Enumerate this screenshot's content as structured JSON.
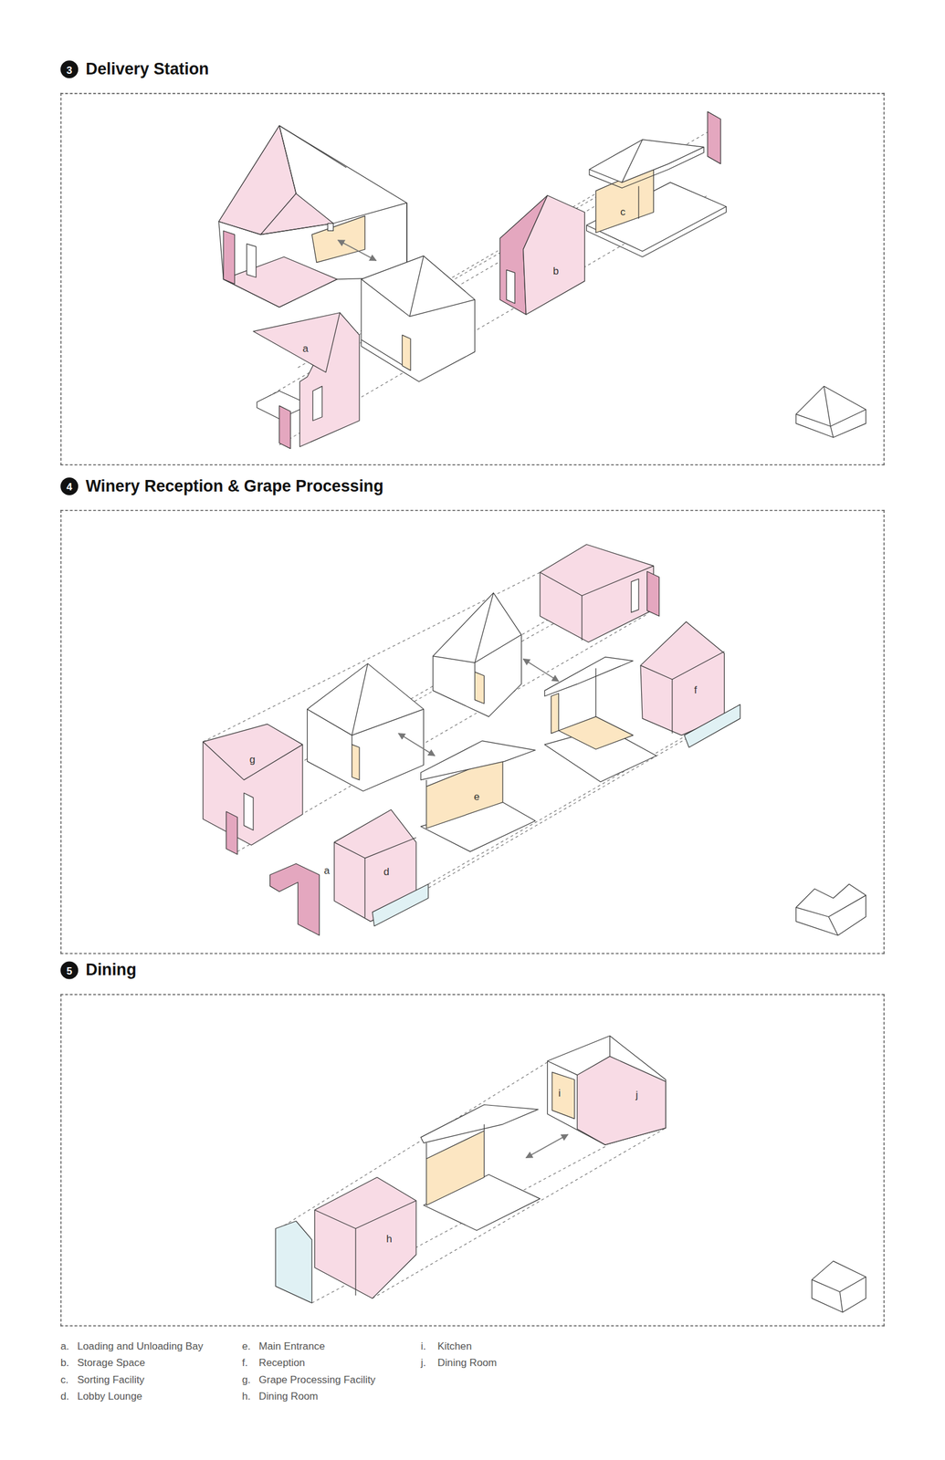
{
  "diagram": {
    "nodes": [
      {
        "text": [
          "3",
          "Delivery Station"
        ]
      },
      {
        "text": [
          "a"
        ],
        "in": 0
      },
      {
        "text": [
          "b"
        ],
        "in": 0
      },
      {
        "text": [
          "c"
        ],
        "in": 0
      },
      {
        "text": [
          "4",
          "Winery Reception & Grape Processing"
        ]
      },
      {
        "text": [
          "f"
        ],
        "in": 4
      },
      {
        "text": [
          "g"
        ],
        "in": 4
      },
      {
        "text": [
          "e"
        ],
        "in": 4
      },
      {
        "text": [
          "d"
        ],
        "in": 4
      },
      {
        "text": [
          "5",
          "Dining"
        ]
      },
      {
        "text": [
          "i"
        ],
        "in": 9
      },
      {
        "text": [
          "j"
        ],
        "in": 9
      },
      {
        "text": [
          "h"
        ],
        "in": 9
      }
    ],
    "labels": [
      "a",
      "a.",
      "Loading and Unloading Bay",
      "b.",
      "Storage Space",
      "c.",
      "Sorting Facility",
      "d.",
      "Lobby Lounge",
      "e.",
      "Main Entrance",
      "f.",
      "Reception",
      "g.",
      "Grape Processing Facility",
      "h.",
      "Dining Room",
      "i.",
      "Kitchen",
      "j.",
      "Dining Room"
    ]
  }
}
